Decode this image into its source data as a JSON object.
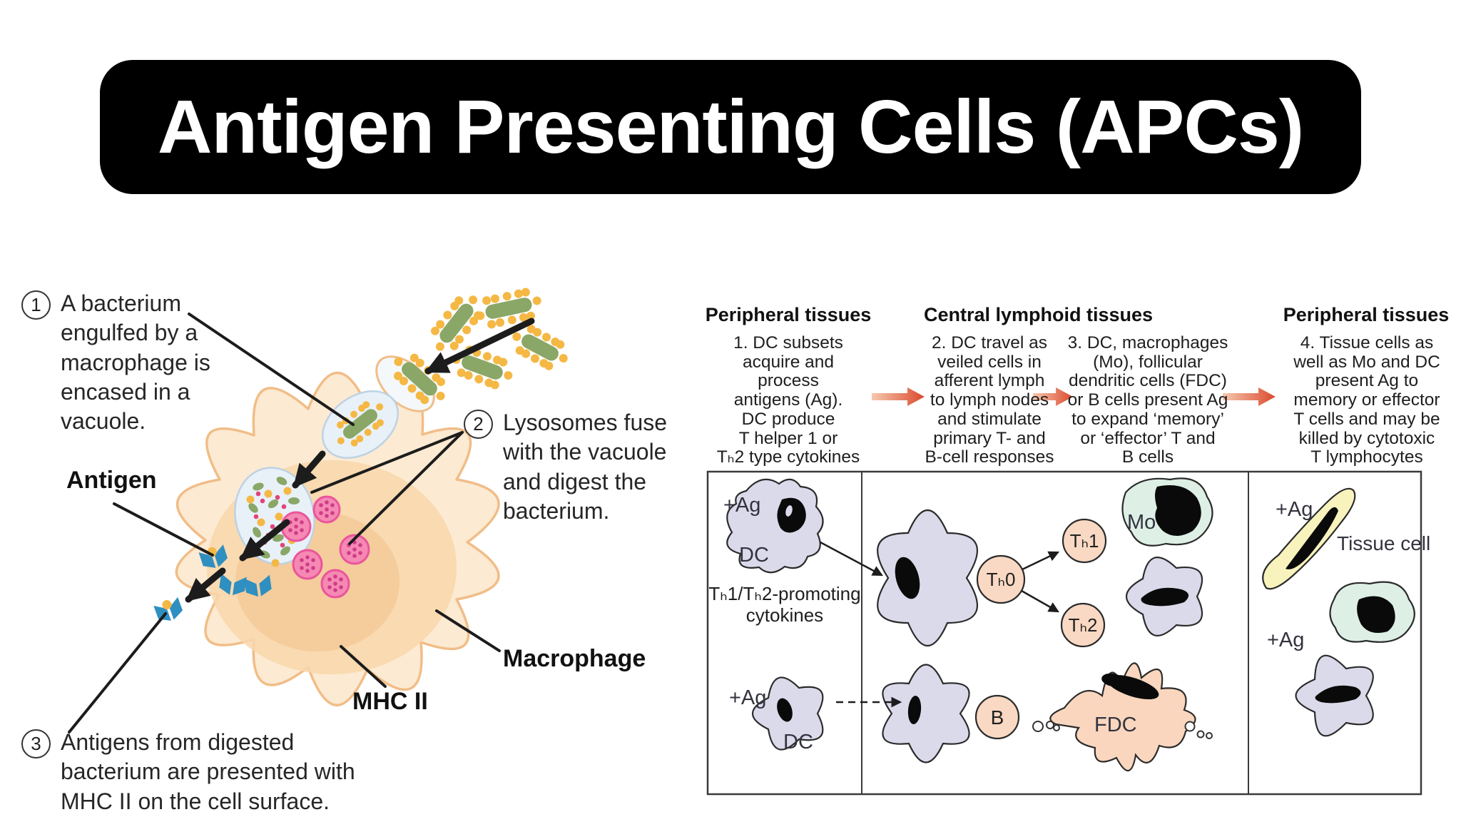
{
  "title": "Antigen Presenting Cells (APCs)",
  "macrophage_diagram": {
    "step1": {
      "number": "1",
      "text": "A bacterium\nengulfed by a\nmacrophage is\nencased in a\nvacuole."
    },
    "step2": {
      "number": "2",
      "text": "Lysosomes fuse\nwith the vacuole\nand digest the\nbacterium."
    },
    "step3": {
      "number": "3",
      "text": "Antigens from digested\nbacterium are presented with\nMHC II on the cell surface."
    },
    "labels": {
      "antigen": "Antigen",
      "macrophage": "Macrophage",
      "mhc_ii": "MHC II"
    }
  },
  "flow_diagram": {
    "headers": {
      "left": "Peripheral tissues",
      "center": "Central lymphoid tissues",
      "right": "Peripheral tissues"
    },
    "steps": {
      "step1": "1. DC subsets\nacquire and\nprocess\nantigens (Ag).\nDC produce\nT helper 1 or\nTₕ2 type cytokines",
      "step2": "2. DC travel as\nveiled cells in\nafferent lymph\nto lymph nodes\nand stimulate\nprimary T- and\nB-cell responses",
      "step3": "3. DC, macrophages\n(Mo), follicular\ndendritic cells (FDC)\nor B cells present Ag\nto expand ‘memory’\nor ‘effector’ T and\nB cells",
      "step4": "4. Tissue cells as\nwell as Mo and DC\npresent Ag to\nmemory or effector\nT cells and may be\nkilled by cytotoxic\nT lymphocytes"
    },
    "cells": {
      "plus_ag": "+Ag",
      "dc": "DC",
      "th_promoting": "Tₕ1/Tₕ2-promoting\ncytokines",
      "th0": "Tₕ0",
      "th1": "Tₕ1",
      "th2": "Tₕ2",
      "mo": "Mo",
      "b": "B",
      "fdc": "FDC",
      "tissue_cell": "Tissue cell"
    }
  },
  "colors": {
    "ink": "#1c1c1c",
    "banner_bg": "#000000",
    "banner_text": "#ffffff",
    "macrophage_fill": "#fcead2",
    "macrophage_stroke": "#f1bd87",
    "macrophage_shade": "#f8d7ab",
    "macrophage_shade2": "#f4c897",
    "bacterium_green": "#8aa768",
    "antigen_orange": "#f5b845",
    "vacuole_fill": "#e9f1f8",
    "vacuole_stroke": "#bdd2e4",
    "lysosome_fill": "#f589b3",
    "lysosome_stroke": "#e9559b",
    "lysosome_dot": "#cf3c88",
    "mhc_blue": "#2e8fc0",
    "speck_pink": "#e0457b",
    "cell_lavender": "#dbdaeb",
    "cell_peach": "#f9d9c3",
    "cell_mint": "#def0e6",
    "cell_yellow": "#f8f3bd",
    "cell_fdc": "#f9d6bd",
    "cell_outline": "#2b2b2b",
    "flow_arrow_from": "#f6c9ae",
    "flow_arrow_to": "#da4a2e"
  }
}
